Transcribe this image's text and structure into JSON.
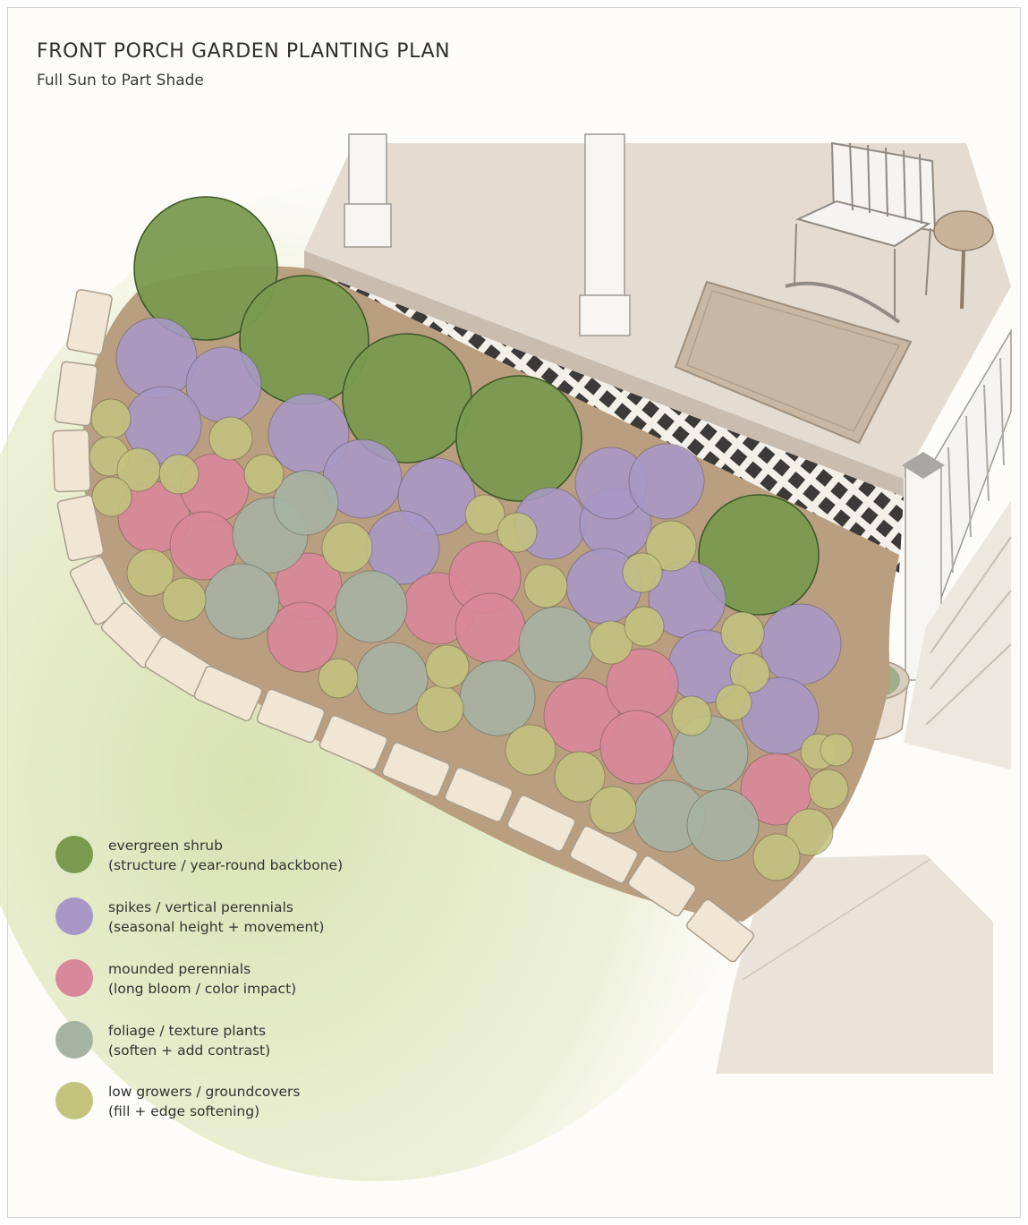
{
  "header": {
    "title": "FRONT PORCH GARDEN PLANTING PLAN",
    "subtitle": "Full Sun to Part Shade"
  },
  "colors": {
    "evergreen": "#7a9a4f",
    "spikes": "#a797c6",
    "mounded": "#d9879a",
    "foliage": "#a6b3a3",
    "low": "#c3c37e",
    "mulch": "#b89c7d",
    "lawn": "#dde4b8",
    "porch": "#e3d9cf",
    "paver": "#f1e6d4"
  },
  "legend": {
    "items": [
      {
        "key": "evergreen",
        "icon": "evergreen-shrub-swatch",
        "line1": "evergreen shrub",
        "line2": "(structure / year-round backbone)"
      },
      {
        "key": "spikes",
        "icon": "spikes-swatch",
        "line1": "spikes / vertical perennials",
        "line2": "(seasonal height + movement)"
      },
      {
        "key": "mounded",
        "icon": "mounded-swatch",
        "line1": "mounded perennials",
        "line2": "(long bloom / color impact)"
      },
      {
        "key": "foliage",
        "icon": "foliage-swatch",
        "line1": "foliage / texture plants",
        "line2": "(soften + add contrast)"
      },
      {
        "key": "low",
        "icon": "low-grower-swatch",
        "line1": "low growers / groundcovers",
        "line2": "(fill + edge softening)"
      }
    ]
  }
}
